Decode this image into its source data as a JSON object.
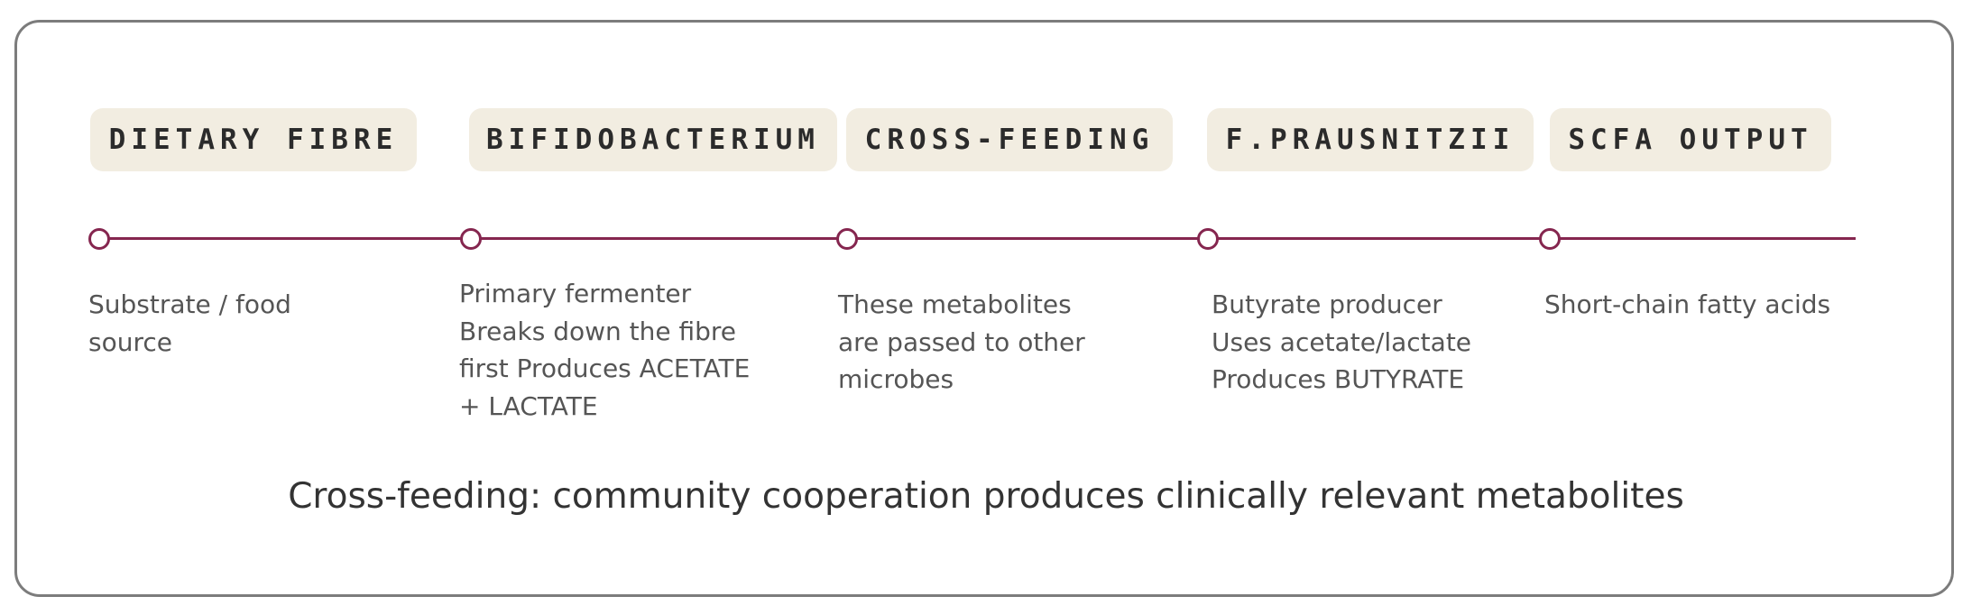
{
  "colors": {
    "accent": "#85264f",
    "tag_background": "#f2ede1",
    "frame_border": "#7c7c7c",
    "text": "#333333",
    "description_text": "#555555"
  },
  "stages": [
    {
      "label": "DIETARY FIBRE",
      "description": [
        "Substrate / food",
        "source"
      ]
    },
    {
      "label": "BIFIDOBACTERIUM",
      "description": [
        "Primary fermenter",
        "Breaks down the fibre",
        "first Produces ACETATE",
        "+ LACTATE"
      ]
    },
    {
      "label": "CROSS-FEEDING",
      "description": [
        "These metabolites",
        "are passed to other",
        "microbes"
      ]
    },
    {
      "label": "F.PRAUSNITZII",
      "description": [
        "Butyrate producer",
        "Uses acetate/lactate",
        "Produces BUTYRATE"
      ]
    },
    {
      "label": "SCFA OUTPUT",
      "description": [
        "Short-chain fatty acids"
      ]
    }
  ],
  "caption": "Cross-feeding: community cooperation produces clinically relevant metabolites"
}
